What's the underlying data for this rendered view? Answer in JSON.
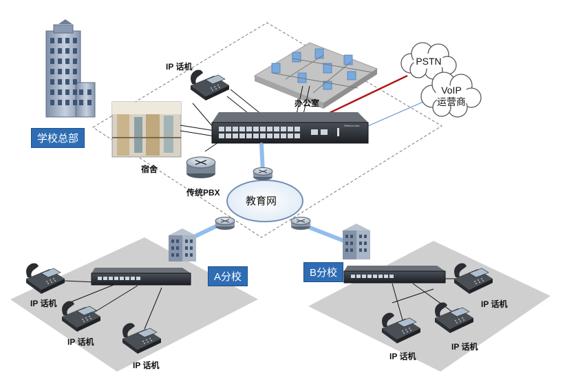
{
  "hq": {
    "label": "学校总部",
    "office_label": "办公室",
    "dorm_label": "宿舍",
    "pbx_label": "传统PBX",
    "phone_label": "IP 话机"
  },
  "clouds": {
    "pstn": "PSTN",
    "voip_line1": "VoIP",
    "voip_line2": "运营商"
  },
  "edu_net": "教育网",
  "branch_a": {
    "label": "A分校",
    "phone_label": "IP 话机"
  },
  "branch_b": {
    "label": "B分校",
    "phone_label": "IP 话机"
  },
  "switch_brand": "Shenou.com",
  "colors": {
    "tag_bg": "#2e6db4",
    "pstn_link": "#b01818",
    "uplink": "#7fb2ea",
    "platform": "#c8c8c8"
  }
}
